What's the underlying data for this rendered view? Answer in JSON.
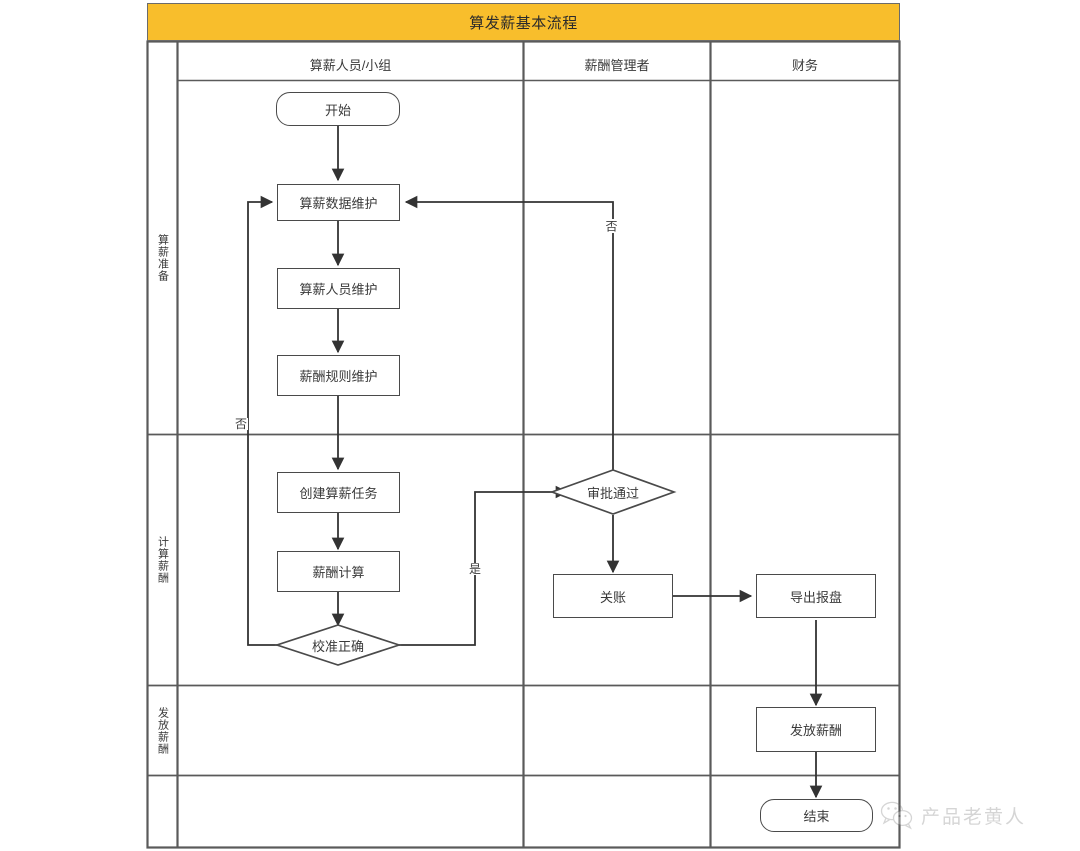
{
  "diagram": {
    "title": "算发薪基本流程",
    "title_bar_color": "#f8be2c",
    "border_color": "#6b6b6b",
    "node_border_color": "#4a4a4a",
    "columns": [
      {
        "id": "col-payroll-staff",
        "label": "算薪人员/小组"
      },
      {
        "id": "col-comp-manager",
        "label": "薪酬管理者"
      },
      {
        "id": "col-finance",
        "label": "财务"
      }
    ],
    "rows": [
      {
        "id": "row-prepare",
        "label": "算薪准备"
      },
      {
        "id": "row-calculate",
        "label": "计算薪酬"
      },
      {
        "id": "row-disburse",
        "label": "发放薪酬"
      },
      {
        "id": "row-end",
        "label": ""
      }
    ],
    "nodes": [
      {
        "id": "start",
        "label": "开始",
        "shape": "terminator",
        "lane": "col-payroll-staff",
        "row": "row-prepare"
      },
      {
        "id": "data-maintain",
        "label": "算薪数据维护",
        "shape": "process",
        "lane": "col-payroll-staff",
        "row": "row-prepare"
      },
      {
        "id": "staff-maintain",
        "label": "算薪人员维护",
        "shape": "process",
        "lane": "col-payroll-staff",
        "row": "row-prepare"
      },
      {
        "id": "rule-maintain",
        "label": "薪酬规则维护",
        "shape": "process",
        "lane": "col-payroll-staff",
        "row": "row-prepare"
      },
      {
        "id": "create-task",
        "label": "创建算薪任务",
        "shape": "process",
        "lane": "col-payroll-staff",
        "row": "row-calculate"
      },
      {
        "id": "salary-calc",
        "label": "薪酬计算",
        "shape": "process",
        "lane": "col-payroll-staff",
        "row": "row-calculate"
      },
      {
        "id": "check-correct",
        "label": "校准正确",
        "shape": "decision",
        "lane": "col-payroll-staff",
        "row": "row-calculate"
      },
      {
        "id": "approval-passed",
        "label": "审批通过",
        "shape": "decision",
        "lane": "col-comp-manager",
        "row": "row-calculate"
      },
      {
        "id": "close-account",
        "label": "关账",
        "shape": "process",
        "lane": "col-comp-manager",
        "row": "row-calculate"
      },
      {
        "id": "export-report",
        "label": "导出报盘",
        "shape": "process",
        "lane": "col-finance",
        "row": "row-calculate"
      },
      {
        "id": "pay-salary",
        "label": "发放薪酬",
        "shape": "process",
        "lane": "col-finance",
        "row": "row-disburse"
      },
      {
        "id": "end",
        "label": "结束",
        "shape": "terminator",
        "lane": "col-finance",
        "row": "row-end"
      }
    ],
    "edges": [
      {
        "from": "start",
        "to": "data-maintain",
        "label": ""
      },
      {
        "from": "data-maintain",
        "to": "staff-maintain",
        "label": ""
      },
      {
        "from": "staff-maintain",
        "to": "rule-maintain",
        "label": ""
      },
      {
        "from": "rule-maintain",
        "to": "create-task",
        "label": ""
      },
      {
        "from": "create-task",
        "to": "salary-calc",
        "label": ""
      },
      {
        "from": "salary-calc",
        "to": "check-correct",
        "label": ""
      },
      {
        "from": "check-correct",
        "to": "data-maintain",
        "label": "否"
      },
      {
        "from": "check-correct",
        "to": "approval-passed",
        "label": "是"
      },
      {
        "from": "approval-passed",
        "to": "data-maintain",
        "label": "否"
      },
      {
        "from": "approval-passed",
        "to": "close-account",
        "label": ""
      },
      {
        "from": "close-account",
        "to": "export-report",
        "label": ""
      },
      {
        "from": "export-report",
        "to": "pay-salary",
        "label": ""
      },
      {
        "from": "pay-salary",
        "to": "end",
        "label": ""
      }
    ],
    "edge_labels": {
      "no_left": "否",
      "no_right": "否",
      "yes": "是"
    }
  },
  "watermark": {
    "text": "产品老黄人",
    "icon": "wechat-icon"
  }
}
